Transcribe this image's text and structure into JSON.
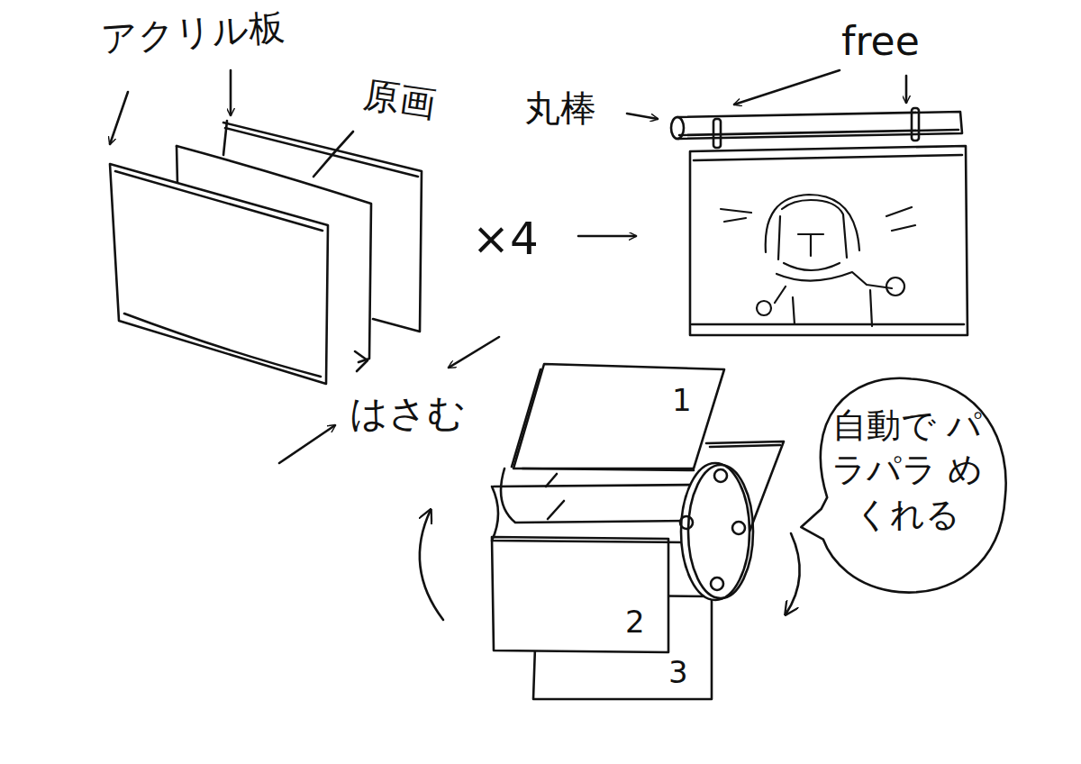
{
  "diagram": {
    "nodes": [
      {
        "text": [
          "自動で パラパラ めくれる"
        ]
      }
    ],
    "labels": [
      "アクリル板",
      "原画",
      "×4",
      "丸棒",
      "free",
      "はさむ",
      "1",
      "2",
      "3"
    ]
  }
}
